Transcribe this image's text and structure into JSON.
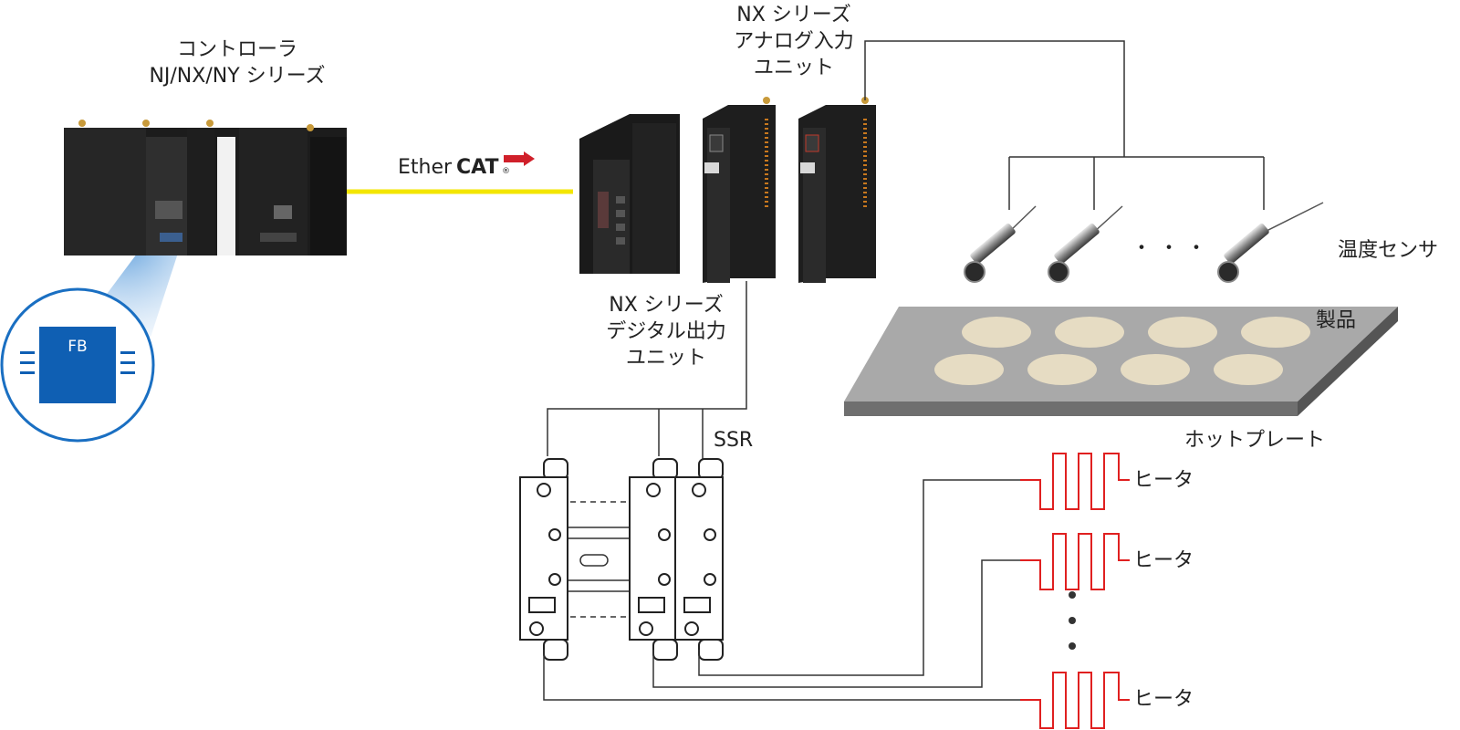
{
  "controller": {
    "label_line1": "コントローラ",
    "label_line2": "NJ/NX/NY シリーズ",
    "fb_badge": "FB"
  },
  "network": {
    "name_prefix": "Ether",
    "name_suffix": "CAT",
    "mark": "®",
    "cable_color": "#f3e600"
  },
  "analog_unit": {
    "label_line1": "NX シリーズ",
    "label_line2": "アナログ入力",
    "label_line3": "ユニット"
  },
  "digital_unit": {
    "label_line1": "NX シリーズ",
    "label_line2": "デジタル出力",
    "label_line3": "ユニット"
  },
  "sensors": {
    "label": "温度センサ",
    "ellipsis": "・・・"
  },
  "product": {
    "label": "製品"
  },
  "hotplate": {
    "label": "ホットプレート"
  },
  "ssr": {
    "label": "SSR"
  },
  "heaters": [
    {
      "label": "ヒータ"
    },
    {
      "label": "ヒータ"
    },
    {
      "label": "ヒータ"
    }
  ],
  "colors": {
    "heater": "#e02020",
    "wire": "#333333",
    "fb_blue": "#0f5fb3",
    "plate_top": "#a9a9a9",
    "product_disc": "#e6dcc3"
  }
}
